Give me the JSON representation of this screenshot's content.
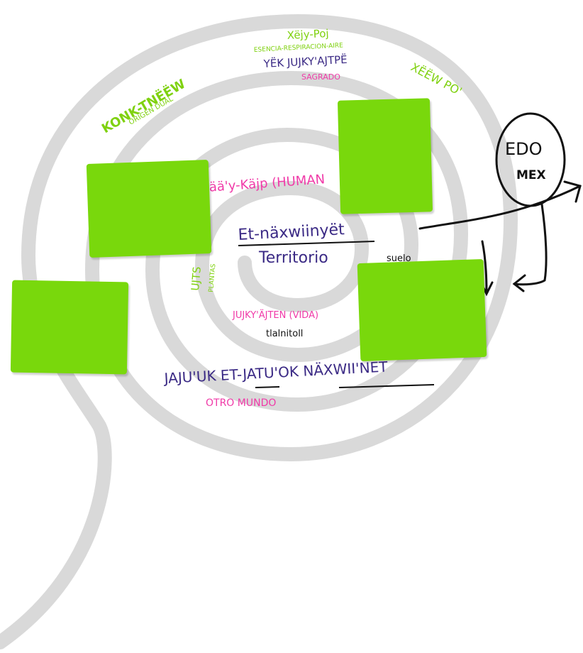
{
  "colors": {
    "spiral": "#d9d9d9",
    "note": "#79d80c",
    "green_text": "#7fd10f",
    "magenta_text": "#f03aa8",
    "purple_text": "#3b2a85",
    "ink": "#111111"
  },
  "labels": {
    "top_mixe": "Xëjy-Poj",
    "top_spanish": "ESENCIA-RESPIRACION-AIRE",
    "top_purple": "YËK JUJKY'AJTPË",
    "top_magenta": "SAGRADO",
    "right_green": "XËËW PO'",
    "left_green": "KONK-TNËËW",
    "left_green_sub": "ORIGEN DUAL",
    "human": "Jää'y-Käjp (HUMAN",
    "center_mixe": "Et-näxwiinyët",
    "center_spanish": "Territorio",
    "suelo": "suelo",
    "plants_mixe": "UJTS",
    "plants_spanish": "PLANTAS",
    "vida": "JUJKY'ÄJTEN (VIDA)",
    "nahuatl": "tlalnitoll",
    "bottom_purple": "JAJU'UK ET-JATU'OK NÄXWII'NËT",
    "otro_mundo": "OTRO MUNDO",
    "edo": "EDO",
    "mex": "MEX"
  }
}
